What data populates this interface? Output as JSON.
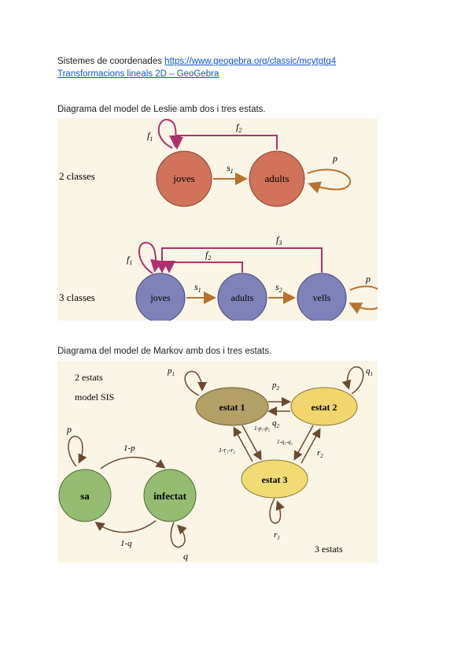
{
  "intro": {
    "label": "Sistemes de coordenades",
    "url": "https://www.geogebra.org/classic/mcytgtq4",
    "link2": "Transformacions lineals 2D – GeoGebra"
  },
  "leslie": {
    "caption": "Diagrama del model de Leslie amb dos i tres estats.",
    "two": {
      "row_label": "2 classes",
      "node1": "joves",
      "node2": "adults",
      "f1": "f",
      "f1_sub": "1",
      "f2": "f",
      "f2_sub": "2",
      "s1": "s",
      "s1_sub": "1",
      "p": "p"
    },
    "three": {
      "row_label": "3 classes",
      "node1": "joves",
      "node2": "adults",
      "node3": "vells",
      "f1": "f",
      "f1_sub": "1",
      "f2": "f",
      "f2_sub": "2",
      "f3": "f",
      "f3_sub": "3",
      "s1": "s",
      "s1_sub": "1",
      "s2": "s",
      "s2_sub": "2",
      "p": "p"
    },
    "colors": {
      "two_nodes": "#d0735a",
      "three_nodes": "#7f82b8",
      "fertility": "#b0306e",
      "survival": "#b8722c"
    }
  },
  "markov": {
    "caption": "Diagrama del model de Markov amb dos i tres estats.",
    "sis": {
      "title": "2 estats",
      "subtitle": "model SIS",
      "node1": "sa",
      "node2": "infectat",
      "p": "p",
      "q": "q",
      "one_minus_p": "1-p",
      "one_minus_q": "1-q"
    },
    "three": {
      "node1": "estat 1",
      "node2": "estat 2",
      "node3": "estat 3",
      "label": "3 estats",
      "p1": "p",
      "p1_sub": "1",
      "q1": "q",
      "q1_sub": "1",
      "p2": "p",
      "p2_sub": "2",
      "q2": "q",
      "q2_sub": "2",
      "r1": "r",
      "r1_sub": "1",
      "r2": "r",
      "r2_sub": "2",
      "lbl_1pp": "1-p₁-p₂",
      "lbl_1rr": "1-r₁-r₂",
      "lbl_1qq": "1-q₁-q₂"
    },
    "colors": {
      "sis_nodes": "#94bd72",
      "estat1": "#b4a067",
      "estat2": "#f1d66e",
      "estat3": "#f1dc74",
      "arrows": "#8a5a3a"
    }
  }
}
